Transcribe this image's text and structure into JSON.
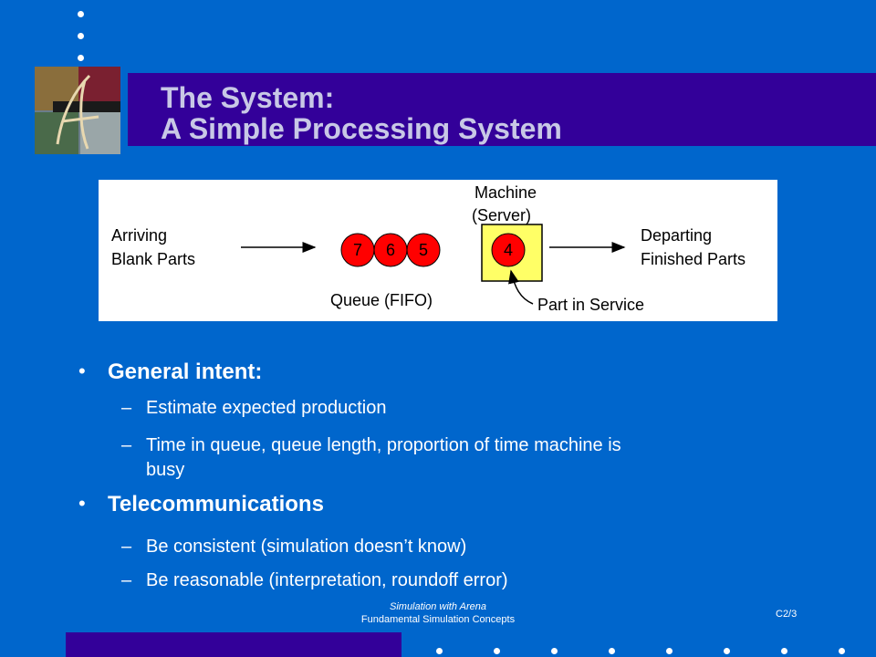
{
  "title": {
    "line1": "The System:",
    "line2": "A Simple Processing System"
  },
  "diagram": {
    "arriving": [
      "Arriving",
      "Blank Parts"
    ],
    "queue_parts": [
      "7",
      "6",
      "5"
    ],
    "queue_label": "Queue (FIFO)",
    "machine_label": [
      "Machine",
      "(Server)"
    ],
    "in_service": "4",
    "in_service_label": "Part in Service",
    "departing": [
      "Departing",
      "Finished Parts"
    ]
  },
  "bullets": [
    {
      "heading": "General intent:",
      "items": [
        "Estimate expected production",
        "Time in queue, queue length, proportion of time machine is",
        "busy"
      ]
    },
    {
      "heading": "Telecommunications",
      "items": [
        "Be consistent (simulation doesn’t know)",
        "Be reasonable (interpretation, roundoff error)"
      ]
    }
  ],
  "footer": {
    "line1": "Simulation with Arena",
    "line2": "Fundamental Simulation Concepts",
    "slide": "C2/3"
  },
  "colors": {
    "background": "#0066cc",
    "band": "#330099",
    "title_text": "#c8c8e6",
    "circle": "#ff0000",
    "server": "#ffff66"
  }
}
